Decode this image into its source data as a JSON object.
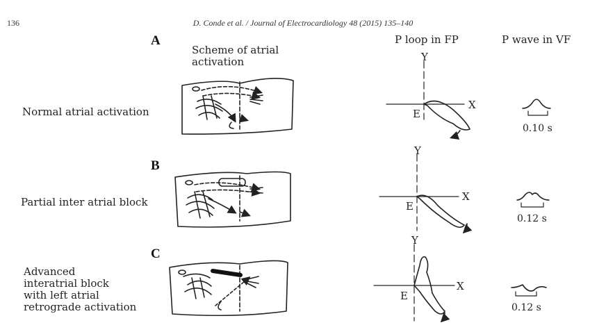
{
  "page": {
    "page_number": "136",
    "running_header": "D. Conde et al. / Journal of Electrocardiology 48 (2015) 135–140"
  },
  "figure": {
    "column_headers": {
      "scheme": "Scheme of atrial\nactivation",
      "p_loop": "P loop in FP",
      "p_wave": "P wave in VF"
    },
    "rows": [
      {
        "panel": "A",
        "label": "Normal atrial activation",
        "duration": "0.10 s"
      },
      {
        "panel": "B",
        "label": "Partial inter atrial block",
        "duration": "0.12 s"
      },
      {
        "panel": "C",
        "label": "Advanced\ninteratrial block\nwith left atrial\nretrograde activation",
        "duration": "0.12 s"
      }
    ],
    "axis_labels": {
      "x": "X",
      "y": "Y",
      "e": "E"
    }
  }
}
